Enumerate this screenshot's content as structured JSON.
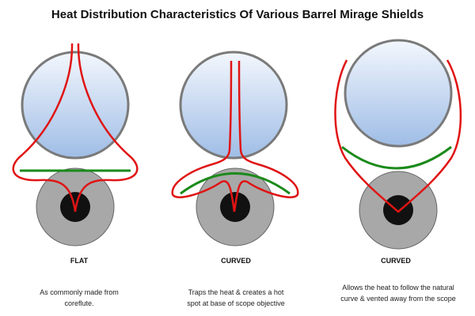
{
  "title": "Heat Distribution Characteristics Of Various Barrel Mirage Shields",
  "panels": [
    {
      "label": "FLAT",
      "description": "As commonly made from\ncoreflute."
    },
    {
      "label": "CURVED",
      "description": "Traps the heat & creates a hot\nspot at base of scope objective"
    },
    {
      "label": "CURVED",
      "description": "Allows the heat to follow the natural\ncurve & vented away from the scope"
    }
  ],
  "colors": {
    "scope_fill_top": "#f3f7fd",
    "scope_fill_bottom": "#9fbde6",
    "scope_outline": "#7a7a7a",
    "barrel_fill": "#a8a8a8",
    "barrel_bore": "#111111",
    "heat_line": "#e01414",
    "shield_line": "#1a8a1a"
  }
}
